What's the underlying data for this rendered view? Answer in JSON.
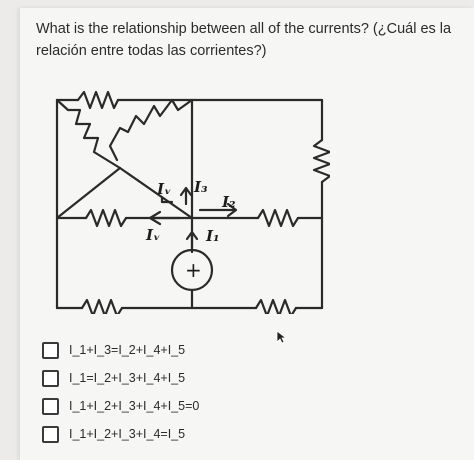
{
  "question": {
    "text": "What is the relationship between all of the currents? (¿Cuál es la relación entre todas las corrientes?)"
  },
  "circuit": {
    "labels": {
      "i5": "Iᵥ",
      "i3": "I₃",
      "i2": "I₂",
      "i4": "Iᵥ",
      "i1": "I₁"
    },
    "source_symbol": "+"
  },
  "options": [
    {
      "label": "I_1+I_3=I_2+I_4+I_5",
      "checked": false
    },
    {
      "label": "I_1=I_2+I_3+I_4+I_5",
      "checked": false
    },
    {
      "label": "I_1+I_2+I_3+I_4+I_5=0",
      "checked": false
    },
    {
      "label": "I_1+I_2+I_3+I_4=I_5",
      "checked": false
    }
  ]
}
